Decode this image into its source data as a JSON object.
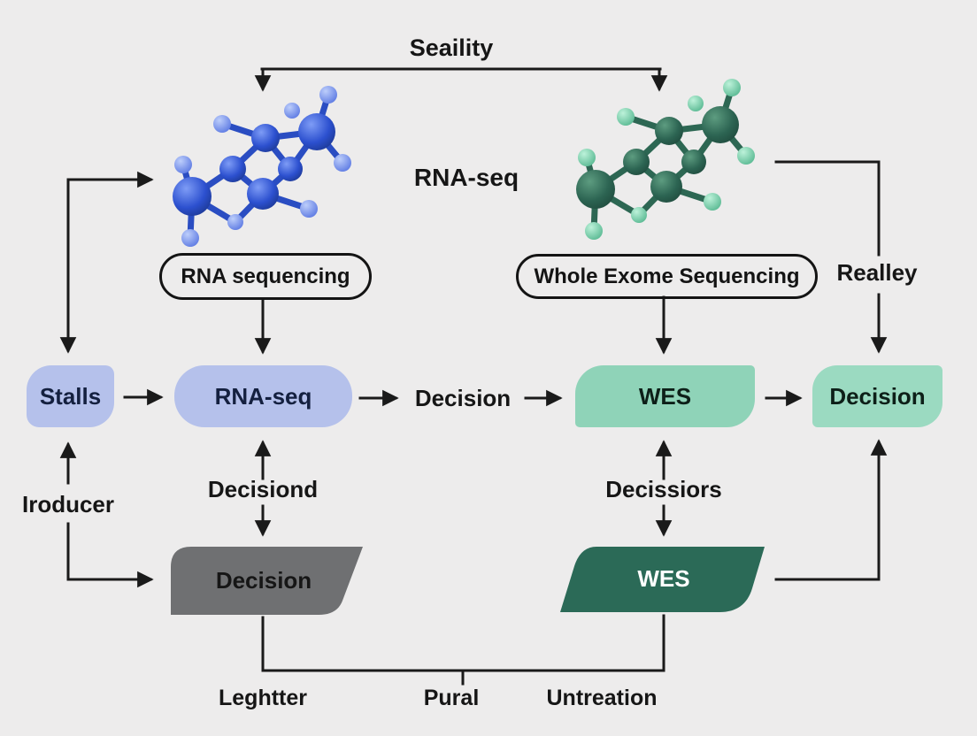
{
  "title_top": "Seaility",
  "labels": {
    "rna_seq_center": "RNA-seq",
    "realley": "Realley",
    "iroducer": "Iroducer",
    "decision_mid": "Decision",
    "decisiond": "Decisiond",
    "decissiors": "Decissiors"
  },
  "pills": {
    "rna_sequencing": "RNA sequencing",
    "whole_exome": "Whole Exome Sequencing"
  },
  "nodes": {
    "stalls": "Stalls",
    "rna_seq": "RNA-seq",
    "wes": "WES",
    "decision_right": "Decision",
    "decision_gray": "Decision",
    "wes_dark": "WES"
  },
  "bottom_labels": {
    "left": "Leghtter",
    "middle": "Pural",
    "right": "Untreation"
  },
  "icons": {
    "left_molecule": "blue-molecule",
    "right_molecule": "green-molecule"
  },
  "colors": {
    "background": "#edecec",
    "periwinkle_box": "#b5c1eb",
    "mint_box": "#8fd3b8",
    "mint_box_light": "#9bdac1",
    "gray_box": "#6f7072",
    "dark_teal_box": "#2b6a57",
    "line": "#1a1a1a",
    "blue_molecule": "#2c50cf",
    "green_molecule": "#2c6452",
    "box_text_dark": "#14203f",
    "dark_box_text": "#ffffff"
  }
}
